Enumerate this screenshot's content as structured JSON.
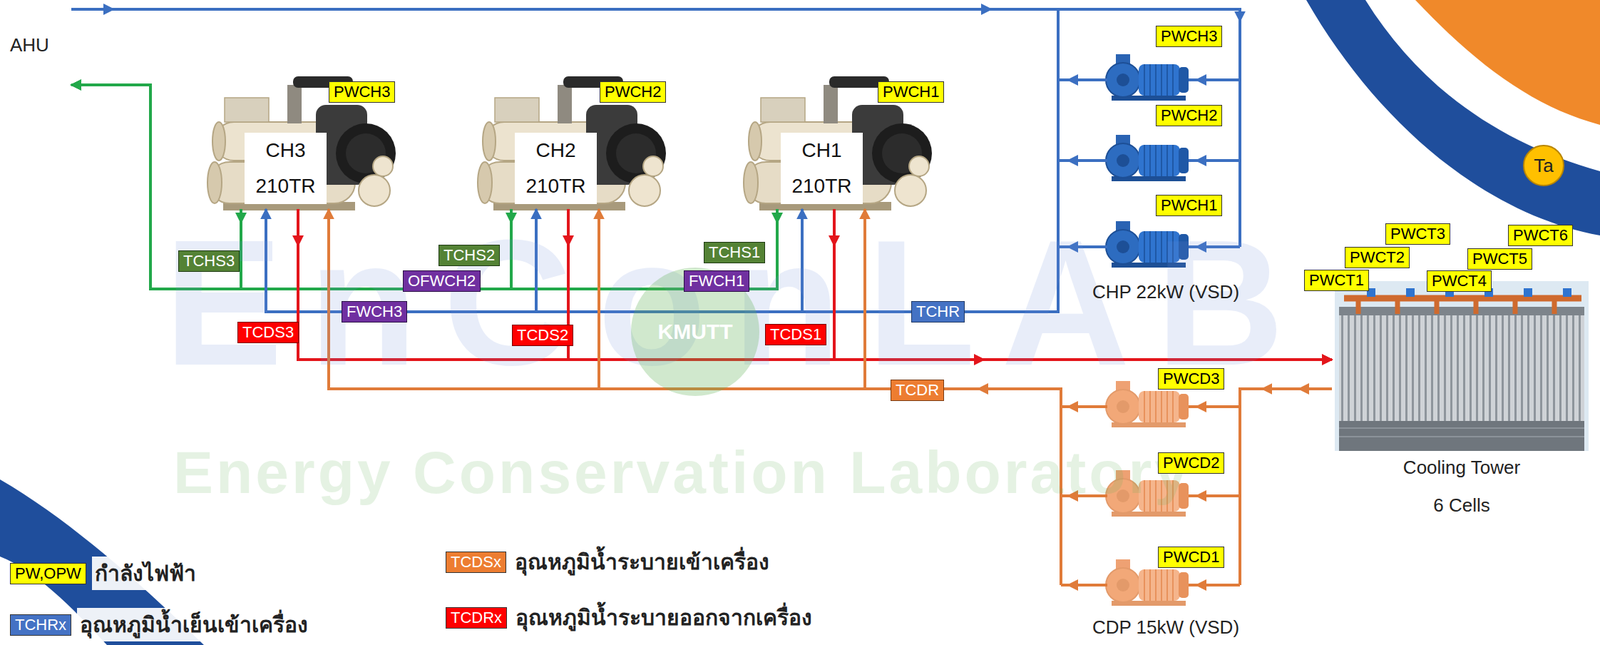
{
  "diagram": {
    "nodes": [
      {
        "text": [
          "AHU"
        ]
      },
      {
        "text": [
          "CH3",
          "210TR"
        ]
      },
      {
        "text": [
          "CH2",
          "210TR"
        ]
      },
      {
        "text": [
          "CH1",
          "210TR"
        ]
      },
      {
        "text": [
          "CHP 22kW (VSD)"
        ]
      },
      {
        "text": [
          "Ta"
        ]
      },
      {
        "text": [
          "Cooling Tower",
          "6 Cells"
        ]
      },
      {
        "text": [
          "CDP 15kW (VSD)"
        ]
      }
    ],
    "edges": [
      {
        "from": 1,
        "to": 0,
        "arrow": "to"
      },
      {
        "from": 2,
        "to": 0,
        "arrow": "to"
      },
      {
        "from": 3,
        "to": 0,
        "arrow": "to"
      },
      {
        "from": 0,
        "to": 4,
        "arrow": "to"
      },
      {
        "from": 4,
        "to": 3,
        "arrow": "to"
      },
      {
        "from": 4,
        "to": 2,
        "arrow": "to"
      },
      {
        "from": 4,
        "to": 1,
        "arrow": "to"
      },
      {
        "from": 1,
        "to": 6,
        "arrow": "to"
      },
      {
        "from": 2,
        "to": 6,
        "arrow": "to"
      },
      {
        "from": 3,
        "to": 6,
        "arrow": "to"
      },
      {
        "from": 6,
        "to": 7,
        "arrow": "to"
      },
      {
        "from": 7,
        "to": 3,
        "arrow": "to"
      },
      {
        "from": 7,
        "to": 2,
        "arrow": "to"
      },
      {
        "from": 7,
        "to": 1,
        "arrow": "to"
      }
    ],
    "labels": [
      "PWCH3",
      "PWCH2",
      "PWCH1",
      "PWCH3",
      "PWCH2",
      "PWCH1",
      "TCHS3",
      "TCHS2",
      "TCHS1",
      "OFWCH2",
      "FWCH1",
      "FWCH3",
      "TCHR",
      "TCDS3",
      "TCDS2",
      "TCDS1",
      "TCDR",
      "PWCT3",
      "PWCT6",
      "PWCT2",
      "PWCT5",
      "PWCT1",
      "PWCT4",
      "PWCD3",
      "PWCD2",
      "PWCD1",
      "PW,OPW",
      "TCHRx",
      "TCDSx",
      "TCDRx",
      "EnConLAB",
      "KMUTT",
      "Energy Conservation Laboratory"
    ],
    "legend": [
      {
        "text": "กำลังไฟฟ้า",
        "color": "#ffff00"
      },
      {
        "text": "อุณหภูมิน้ำเย็นเข้าเครื่อง",
        "color": "#4472c4"
      },
      {
        "text": "อุณหภูมิน้ำระบายเข้าเครื่อง",
        "color": "#ed7d31"
      },
      {
        "text": "อุณหภูมิน้ำระบายออกจากเครื่อง",
        "color": "#ff0000"
      }
    ]
  }
}
